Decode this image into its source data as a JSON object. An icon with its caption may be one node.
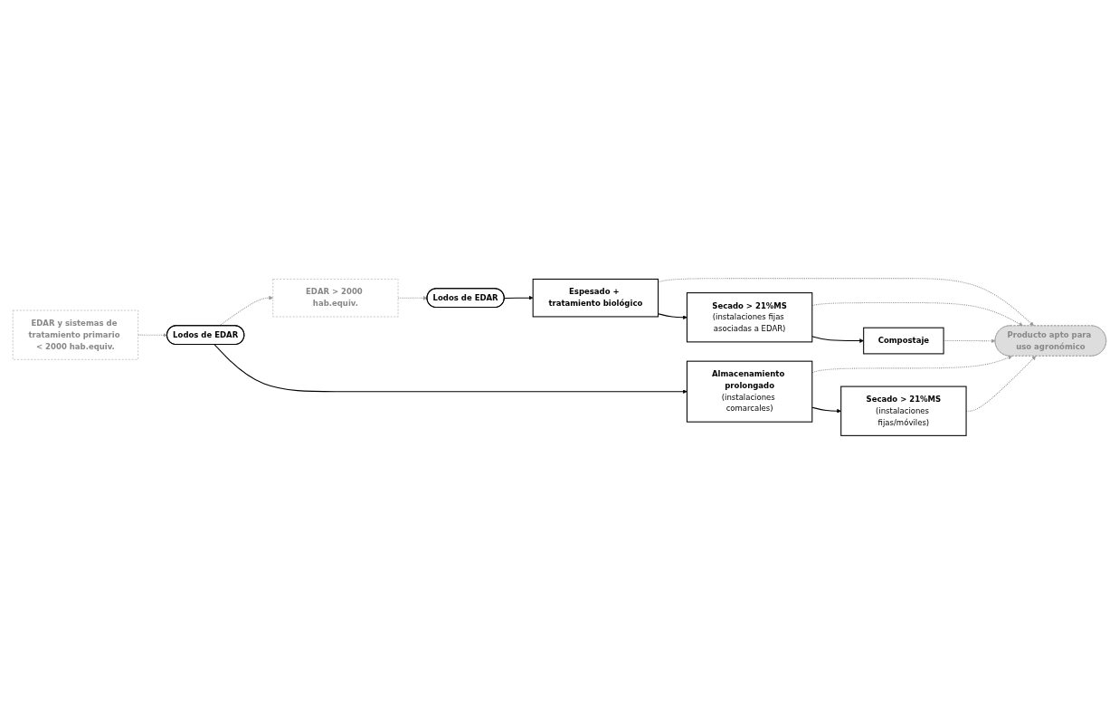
{
  "diagram": {
    "nodes": [
      {
        "text": [
          "EDAR > 2000 hab.equiv."
        ]
      },
      {
        "text": [
          "Lodos de EDAR"
        ]
      },
      {
        "text": [
          "Espesado + tratamiento biológico"
        ]
      },
      {
        "text": [
          "Secado > 21%MS",
          "(instalaciones fijas asociadas a EDAR)"
        ]
      },
      {
        "text": [
          "Compostaje"
        ]
      },
      {
        "text": [
          "Producto apto para uso agronómico"
        ]
      },
      {
        "text": [
          "EDAR y sistemas de tratamiento primario < 2000 hab.equiv."
        ]
      },
      {
        "text": [
          "Lodos de EDAR"
        ]
      },
      {
        "text": [
          "Almacenamiento prolongado",
          "(instalaciones comarcales)"
        ]
      },
      {
        "text": [
          "Secado > 21%MS",
          "(instalaciones fijas/móviles)"
        ]
      }
    ],
    "edges": [
      {
        "from": 0,
        "to": 1,
        "arrow": "to",
        "style": "dashed",
        "color": "#999999"
      },
      {
        "from": 1,
        "to": 2,
        "arrow": "to",
        "color": "#000000"
      },
      {
        "from": 2,
        "to": 3,
        "arrow": "to",
        "color": "#000000"
      },
      {
        "from": 3,
        "to": 4,
        "arrow": "to",
        "color": "#000000"
      },
      {
        "from": 2,
        "to": 5,
        "arrow": "to",
        "style": "dashed",
        "color": "#999999"
      },
      {
        "from": 3,
        "to": 5,
        "arrow": "to",
        "style": "dashed",
        "color": "#999999"
      },
      {
        "from": 4,
        "to": 5,
        "arrow": "to",
        "style": "dashed",
        "color": "#999999"
      },
      {
        "from": 7,
        "to": 0,
        "arrow": "to",
        "style": "dashed",
        "color": "#999999"
      },
      {
        "from": 6,
        "to": 7,
        "arrow": "to",
        "style": "dashed",
        "color": "#999999"
      },
      {
        "from": 7,
        "to": 8,
        "arrow": "to",
        "color": "#000000"
      },
      {
        "from": 8,
        "to": 9,
        "arrow": "to",
        "color": "#000000"
      },
      {
        "from": 8,
        "to": 5,
        "arrow": "to",
        "style": "dashed",
        "color": "#999999"
      },
      {
        "from": 9,
        "to": 5,
        "arrow": "to",
        "style": "dashed",
        "color": "#999999"
      }
    ]
  }
}
